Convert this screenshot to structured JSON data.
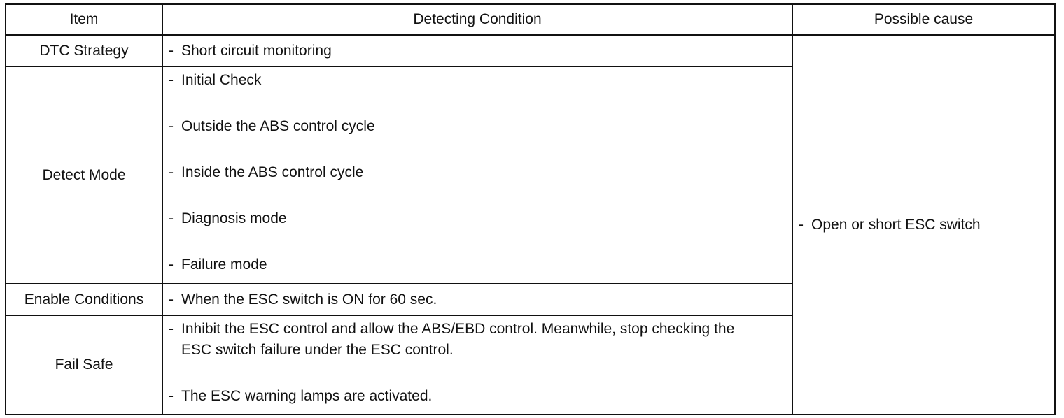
{
  "headers": {
    "item": "Item",
    "condition": "Detecting Condition",
    "cause": "Possible cause"
  },
  "rows": [
    {
      "item": "DTC Strategy",
      "conditions": [
        "Short circuit monitoring"
      ]
    },
    {
      "item": "Detect Mode",
      "conditions": [
        "Initial Check",
        "Outside the ABS control cycle",
        "Inside the ABS control cycle",
        "Diagnosis mode",
        "Failure mode"
      ]
    },
    {
      "item": "Enable Conditions",
      "conditions": [
        "When the ESC switch is ON for 60 sec."
      ]
    },
    {
      "item": "Fail Safe",
      "conditions": [
        "Inhibit the ESC control and allow the ABS/EBD control. Meanwhile, stop checking the ESC switch failure under the ESC control.",
        "The ESC warning lamps are activated."
      ]
    }
  ],
  "cause": "Open or short ESC switch",
  "dash": "-"
}
